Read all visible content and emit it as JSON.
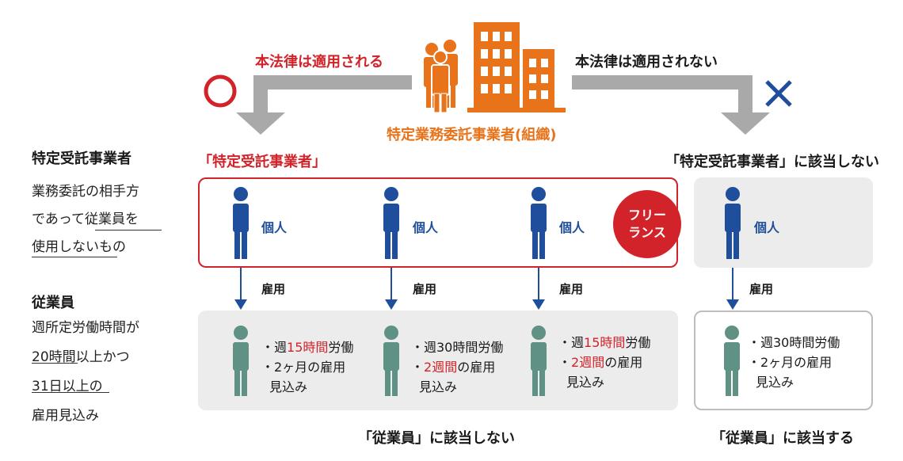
{
  "top": {
    "applies_label": "本法律は適用される",
    "not_applies_label": "本法律は適用されない",
    "org_label": "特定業務委託事業者(組織)",
    "circle_icon": "circle-mark",
    "cross_icon": "cross-mark"
  },
  "left": {
    "title1": "特定受託事業者",
    "desc1_lines": [
      "業務委託の相手方",
      "であって従業員を",
      "使用しないもの"
    ],
    "title2": "従業員",
    "desc2_lines": [
      "週所定労働時間が",
      "20時間以上かつ",
      "31日以上の",
      "雇用見込み"
    ]
  },
  "center": {
    "header": "「特定受託事業者」",
    "person_label": "個人",
    "freelance_line1": "フリー",
    "freelance_line2": "ランス",
    "hire_label": "雇用",
    "footer": "「従業員」に該当しない",
    "employees": [
      {
        "l1_pre": "・週",
        "l1_red": "15時間",
        "l1_post": "労働",
        "l2_pre": "・2ヶ月の雇用",
        "l2_red": "",
        "l2_post": "",
        "l3": "見込み"
      },
      {
        "l1_pre": "・週30時間労働",
        "l1_red": "",
        "l1_post": "",
        "l2_pre": "・",
        "l2_red": "2週間",
        "l2_post": "の雇用",
        "l3": "見込み"
      },
      {
        "l1_pre": "・週",
        "l1_red": "15時間",
        "l1_post": "労働",
        "l2_pre": "・",
        "l2_red": "2週間",
        "l2_post": "の雇用",
        "l3": "見込み"
      }
    ]
  },
  "right": {
    "header": "「特定受託事業者」に該当しない",
    "person_label": "個人",
    "hire_label": "雇用",
    "footer": "「従業員」に該当する",
    "employee": {
      "l1": "・週30時間労働",
      "l2": "・2ヶ月の雇用",
      "l3": "見込み"
    }
  },
  "colors": {
    "red": "#d2232a",
    "blue": "#1f4e9c",
    "orange": "#e8731a",
    "teal": "#5f9185",
    "gray_arrow": "#a9a9a9",
    "panel_gray": "#ececec"
  }
}
